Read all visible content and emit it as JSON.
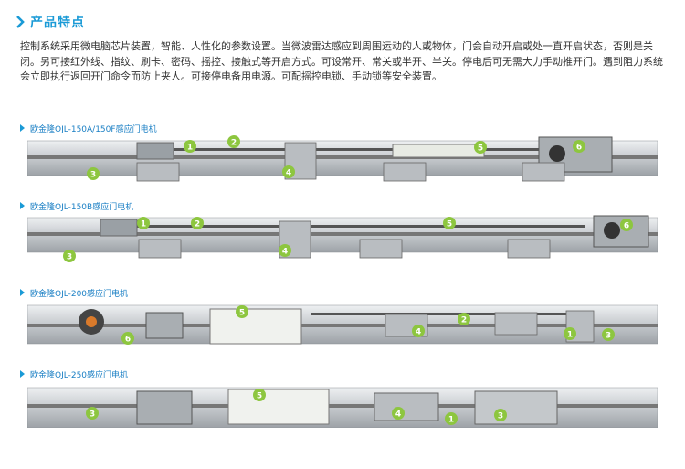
{
  "header": {
    "title": "产品特点"
  },
  "description": "控制系统采用微电脑芯片装置，智能、人性化的参数设置。当微波雷达感应到周围运动的人或物体，门会自动开启或处一直开启状态，否则是关闭。另可接红外线、指纹、刷卡、密码、摇控、接触式等开启方式。可设常开、常关或半开、半关。停电后可无需大力手动推开门。遇到阻力系统会立即执行返回开门命令而防止夹人。可接停电备用电源。可配摇控电锁、手动锁等安全装置。",
  "models": [
    {
      "label": "欧金隆OJL-150A/150F感应门电机",
      "badges": [
        "1",
        "2",
        "3",
        "4",
        "5",
        "6"
      ]
    },
    {
      "label": "欧金隆OJL-150B感应门电机",
      "badges": [
        "1",
        "2",
        "3",
        "4",
        "5",
        "6"
      ]
    },
    {
      "label": "欧金隆OJL-200感应门电机",
      "badges": [
        "5",
        "6",
        "4",
        "2",
        "1",
        "3"
      ]
    },
    {
      "label": "欧金隆OJL-250感应门电机",
      "badges": [
        "5",
        "3",
        "4",
        "1",
        "3"
      ]
    }
  ],
  "colors": {
    "accent": "#1a9ad6",
    "badge": "#8dc63f",
    "rail": "#c9cdd1"
  }
}
